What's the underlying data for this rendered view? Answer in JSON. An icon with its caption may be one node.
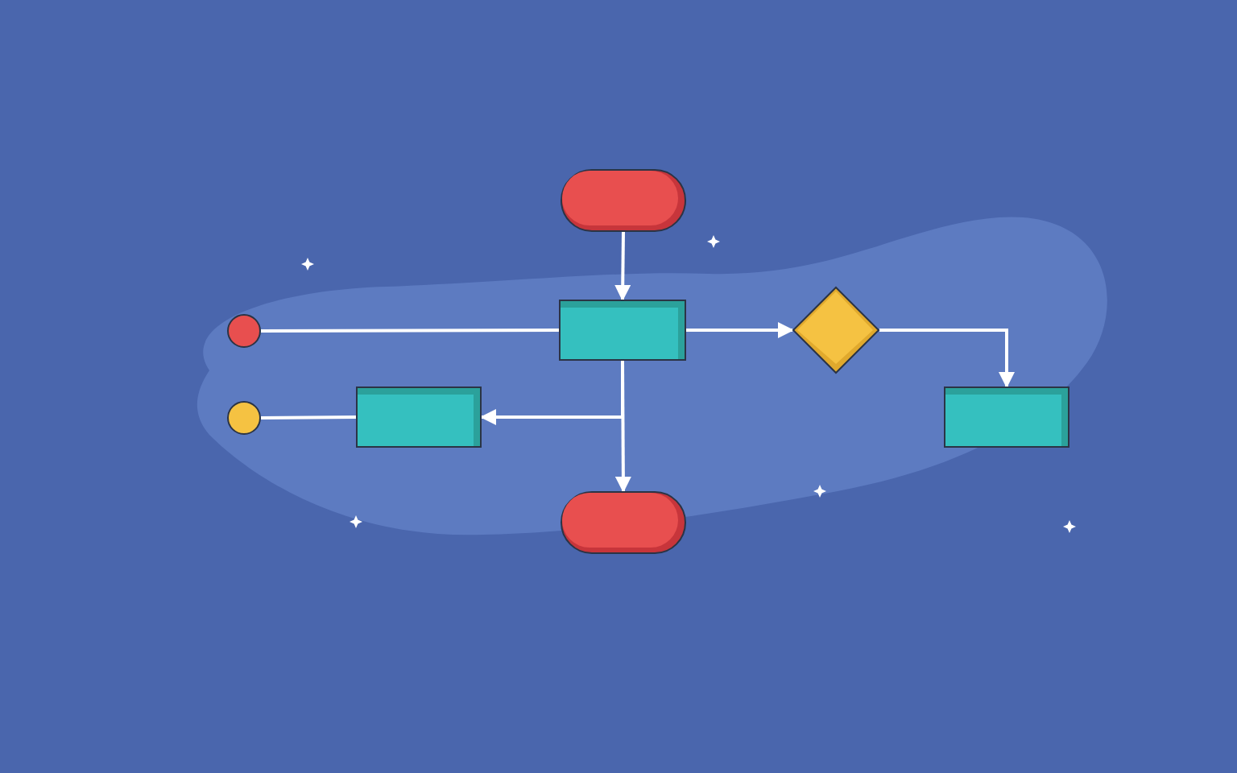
{
  "diagram": {
    "nodes": [
      {
        "text": [],
        "shape": "pill"
      },
      {
        "text": [],
        "shape": "circle"
      },
      {
        "text": [],
        "shape": "box"
      },
      {
        "text": [],
        "shape": "diamond"
      },
      {
        "text": [],
        "shape": "circle"
      },
      {
        "text": [],
        "shape": "box"
      },
      {
        "text": [],
        "shape": "box"
      },
      {
        "text": [],
        "shape": "pill"
      }
    ],
    "edges": [
      {
        "from": 0,
        "to": 2,
        "arrow": "to"
      },
      {
        "from": 1,
        "to": 2,
        "arrow": "none"
      },
      {
        "from": 2,
        "to": 3,
        "arrow": "to"
      },
      {
        "from": 3,
        "to": 6,
        "arrow": "to"
      },
      {
        "from": 2,
        "to": 5,
        "arrow": "to"
      },
      {
        "from": 2,
        "to": 7,
        "arrow": "to"
      },
      {
        "from": 4,
        "to": 5,
        "arrow": "none"
      }
    ]
  }
}
